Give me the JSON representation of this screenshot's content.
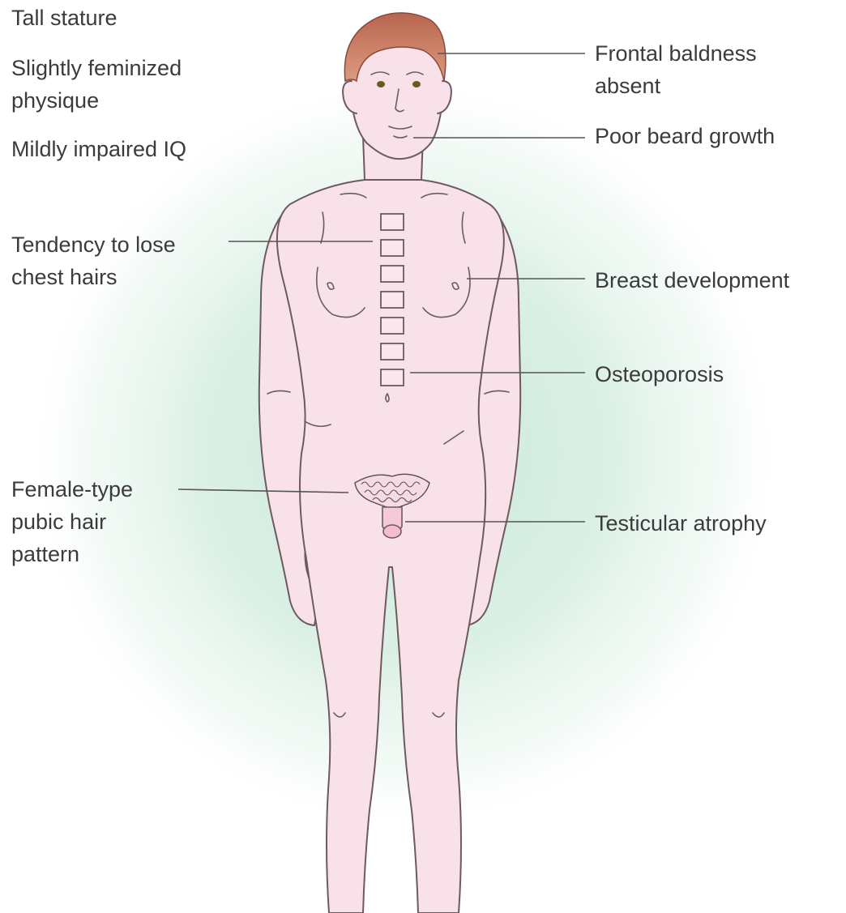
{
  "labels_left": {
    "tall_stature": {
      "lines": [
        "Tall stature"
      ]
    },
    "feminized_physique": {
      "lines": [
        "Slightly feminized",
        "physique"
      ]
    },
    "impaired_iq": {
      "lines": [
        "Mildly impaired IQ"
      ]
    },
    "chest_hairs": {
      "lines": [
        "Tendency to lose",
        "chest hairs"
      ]
    },
    "pubic_hair": {
      "lines": [
        "Female-type",
        "pubic hair",
        "pattern"
      ]
    }
  },
  "labels_right": {
    "frontal_baldness": {
      "lines": [
        "Frontal baldness",
        "absent"
      ]
    },
    "beard_growth": {
      "lines": [
        "Poor beard growth"
      ]
    },
    "breast_development": {
      "lines": [
        "Breast development"
      ]
    },
    "osteoporosis": {
      "lines": [
        "Osteoporosis"
      ]
    },
    "testicular_atrophy": {
      "lines": [
        "Testicular atrophy"
      ]
    }
  },
  "colors": {
    "skin": "#f9e1ea",
    "outline": "#6d5a5f",
    "hair": "#c97a5e",
    "glow": "#cfe9dc",
    "leader_line": "#555555",
    "text": "#3b3b3b"
  }
}
